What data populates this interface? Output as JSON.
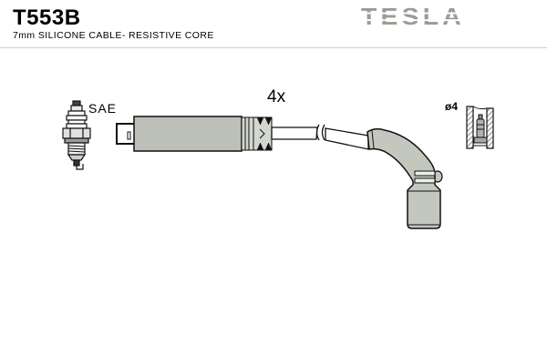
{
  "header": {
    "part_number": "T553B",
    "subtitle": "7mm SILICONE CABLE- RESISTIVE CORE",
    "brand": "TESLA"
  },
  "diagram": {
    "spark_plug_label": "SAE",
    "quantity_label": "4x",
    "terminal_diameter_label": "ø4"
  },
  "colors": {
    "brand_gray": "#9b9b95",
    "part_fill": "#bcc0b8",
    "boot_fill": "#c3c7be",
    "rib_fill": "#d4d7cf",
    "outline": "#111111",
    "divider": "#cfcfcf"
  }
}
